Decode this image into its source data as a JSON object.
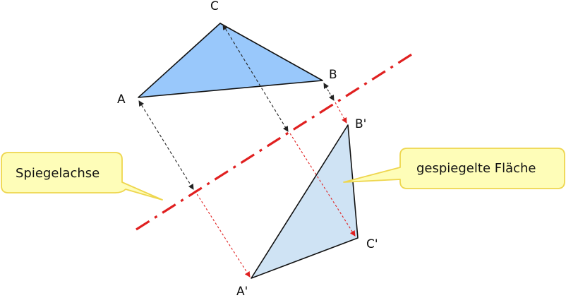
{
  "points": {
    "A": "A",
    "B": "B",
    "C": "C",
    "A_prime": "A'",
    "B_prime": "B'",
    "C_prime": "C'"
  },
  "callouts": {
    "axis": "Spiegelachse",
    "mirrored_area": "gespiegelte Fläche"
  },
  "colors": {
    "original_fill": "#99c8fb",
    "mirrored_fill": "#cfe3f4",
    "axis": "#e02020",
    "projection_original": "#222222",
    "projection_mirror": "#e02020",
    "callout_fill": "#fefdb8",
    "callout_stroke": "#eed64e"
  }
}
